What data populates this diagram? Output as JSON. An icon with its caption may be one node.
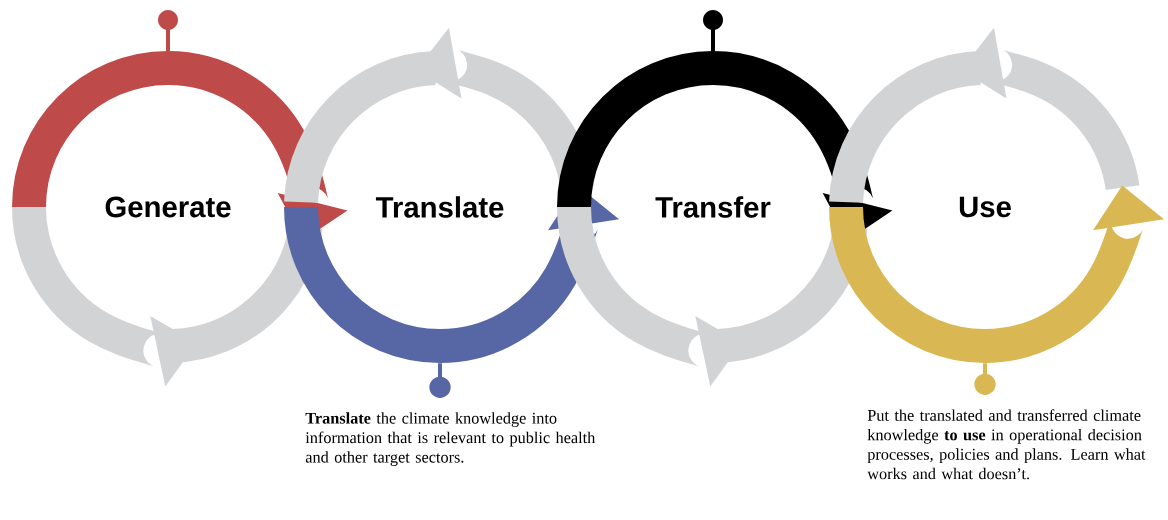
{
  "diagram": {
    "nodes": [
      {
        "text": [
          "Generate"
        ]
      },
      {
        "text": [
          "Translate"
        ]
      },
      {
        "text": [
          "Transfer"
        ]
      },
      {
        "text": [
          "Use"
        ]
      },
      {
        "text": [
          "**Translate** the climate knowledge into information that is relevant to public health and other target sectors."
        ]
      },
      {
        "text": [
          "Put the translated and transferred climate knowledge **to use** in operational decision processes, policies and plans. Learn what works and what doesn’t."
        ]
      }
    ],
    "edges": [
      {
        "from": 4,
        "to": 1,
        "arrow": "other",
        "color": "#5767a5"
      },
      {
        "from": 5,
        "to": 3,
        "arrow": "other",
        "color": "#d9b853"
      }
    ]
  }
}
